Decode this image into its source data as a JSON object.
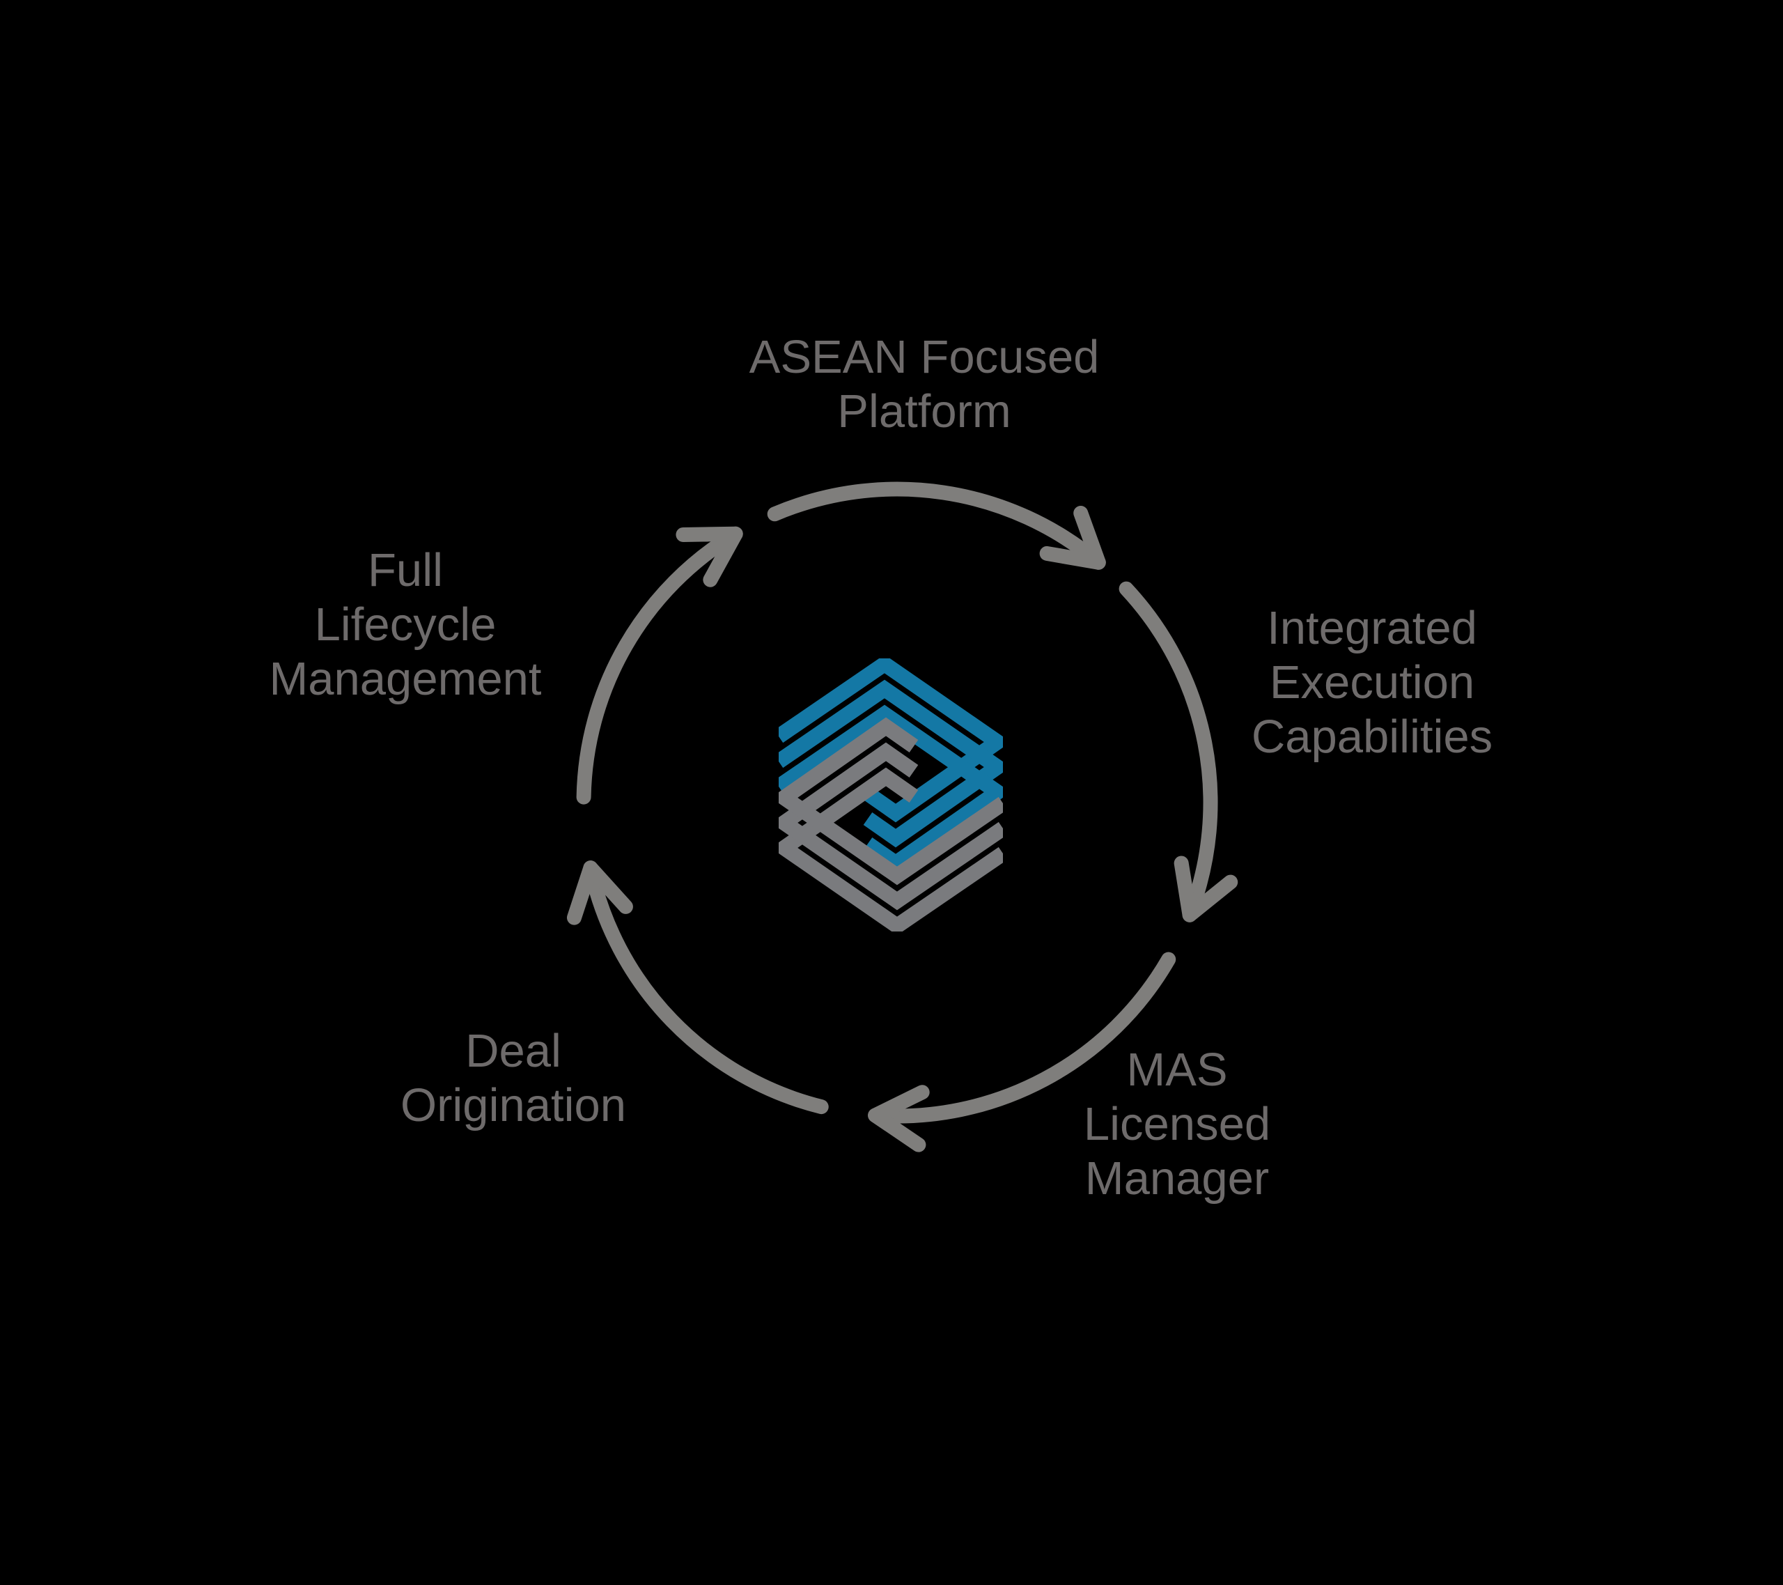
{
  "diagram": {
    "type": "cycle",
    "direction": "clockwise",
    "items": [
      {
        "id": "asean-focused-platform",
        "lines": [
          "ASEAN Focused",
          "Platform"
        ]
      },
      {
        "id": "integrated-execution-capabilities",
        "lines": [
          "Integrated",
          "Execution",
          "Capabilities"
        ]
      },
      {
        "id": "mas-licensed-manager",
        "lines": [
          "MAS",
          "Licensed",
          "Manager"
        ]
      },
      {
        "id": "deal-origination",
        "lines": [
          "Deal",
          "Origination"
        ]
      },
      {
        "id": "full-lifecycle-management",
        "lines": [
          "Full",
          "Lifecycle",
          "Management"
        ]
      }
    ],
    "colors": {
      "background": "#000000",
      "arrow_gray": "#7F7E7C",
      "text_gray": "#6E6B6B",
      "logo_blue": "#1478A5",
      "logo_gray": "#7A7B7E"
    }
  }
}
